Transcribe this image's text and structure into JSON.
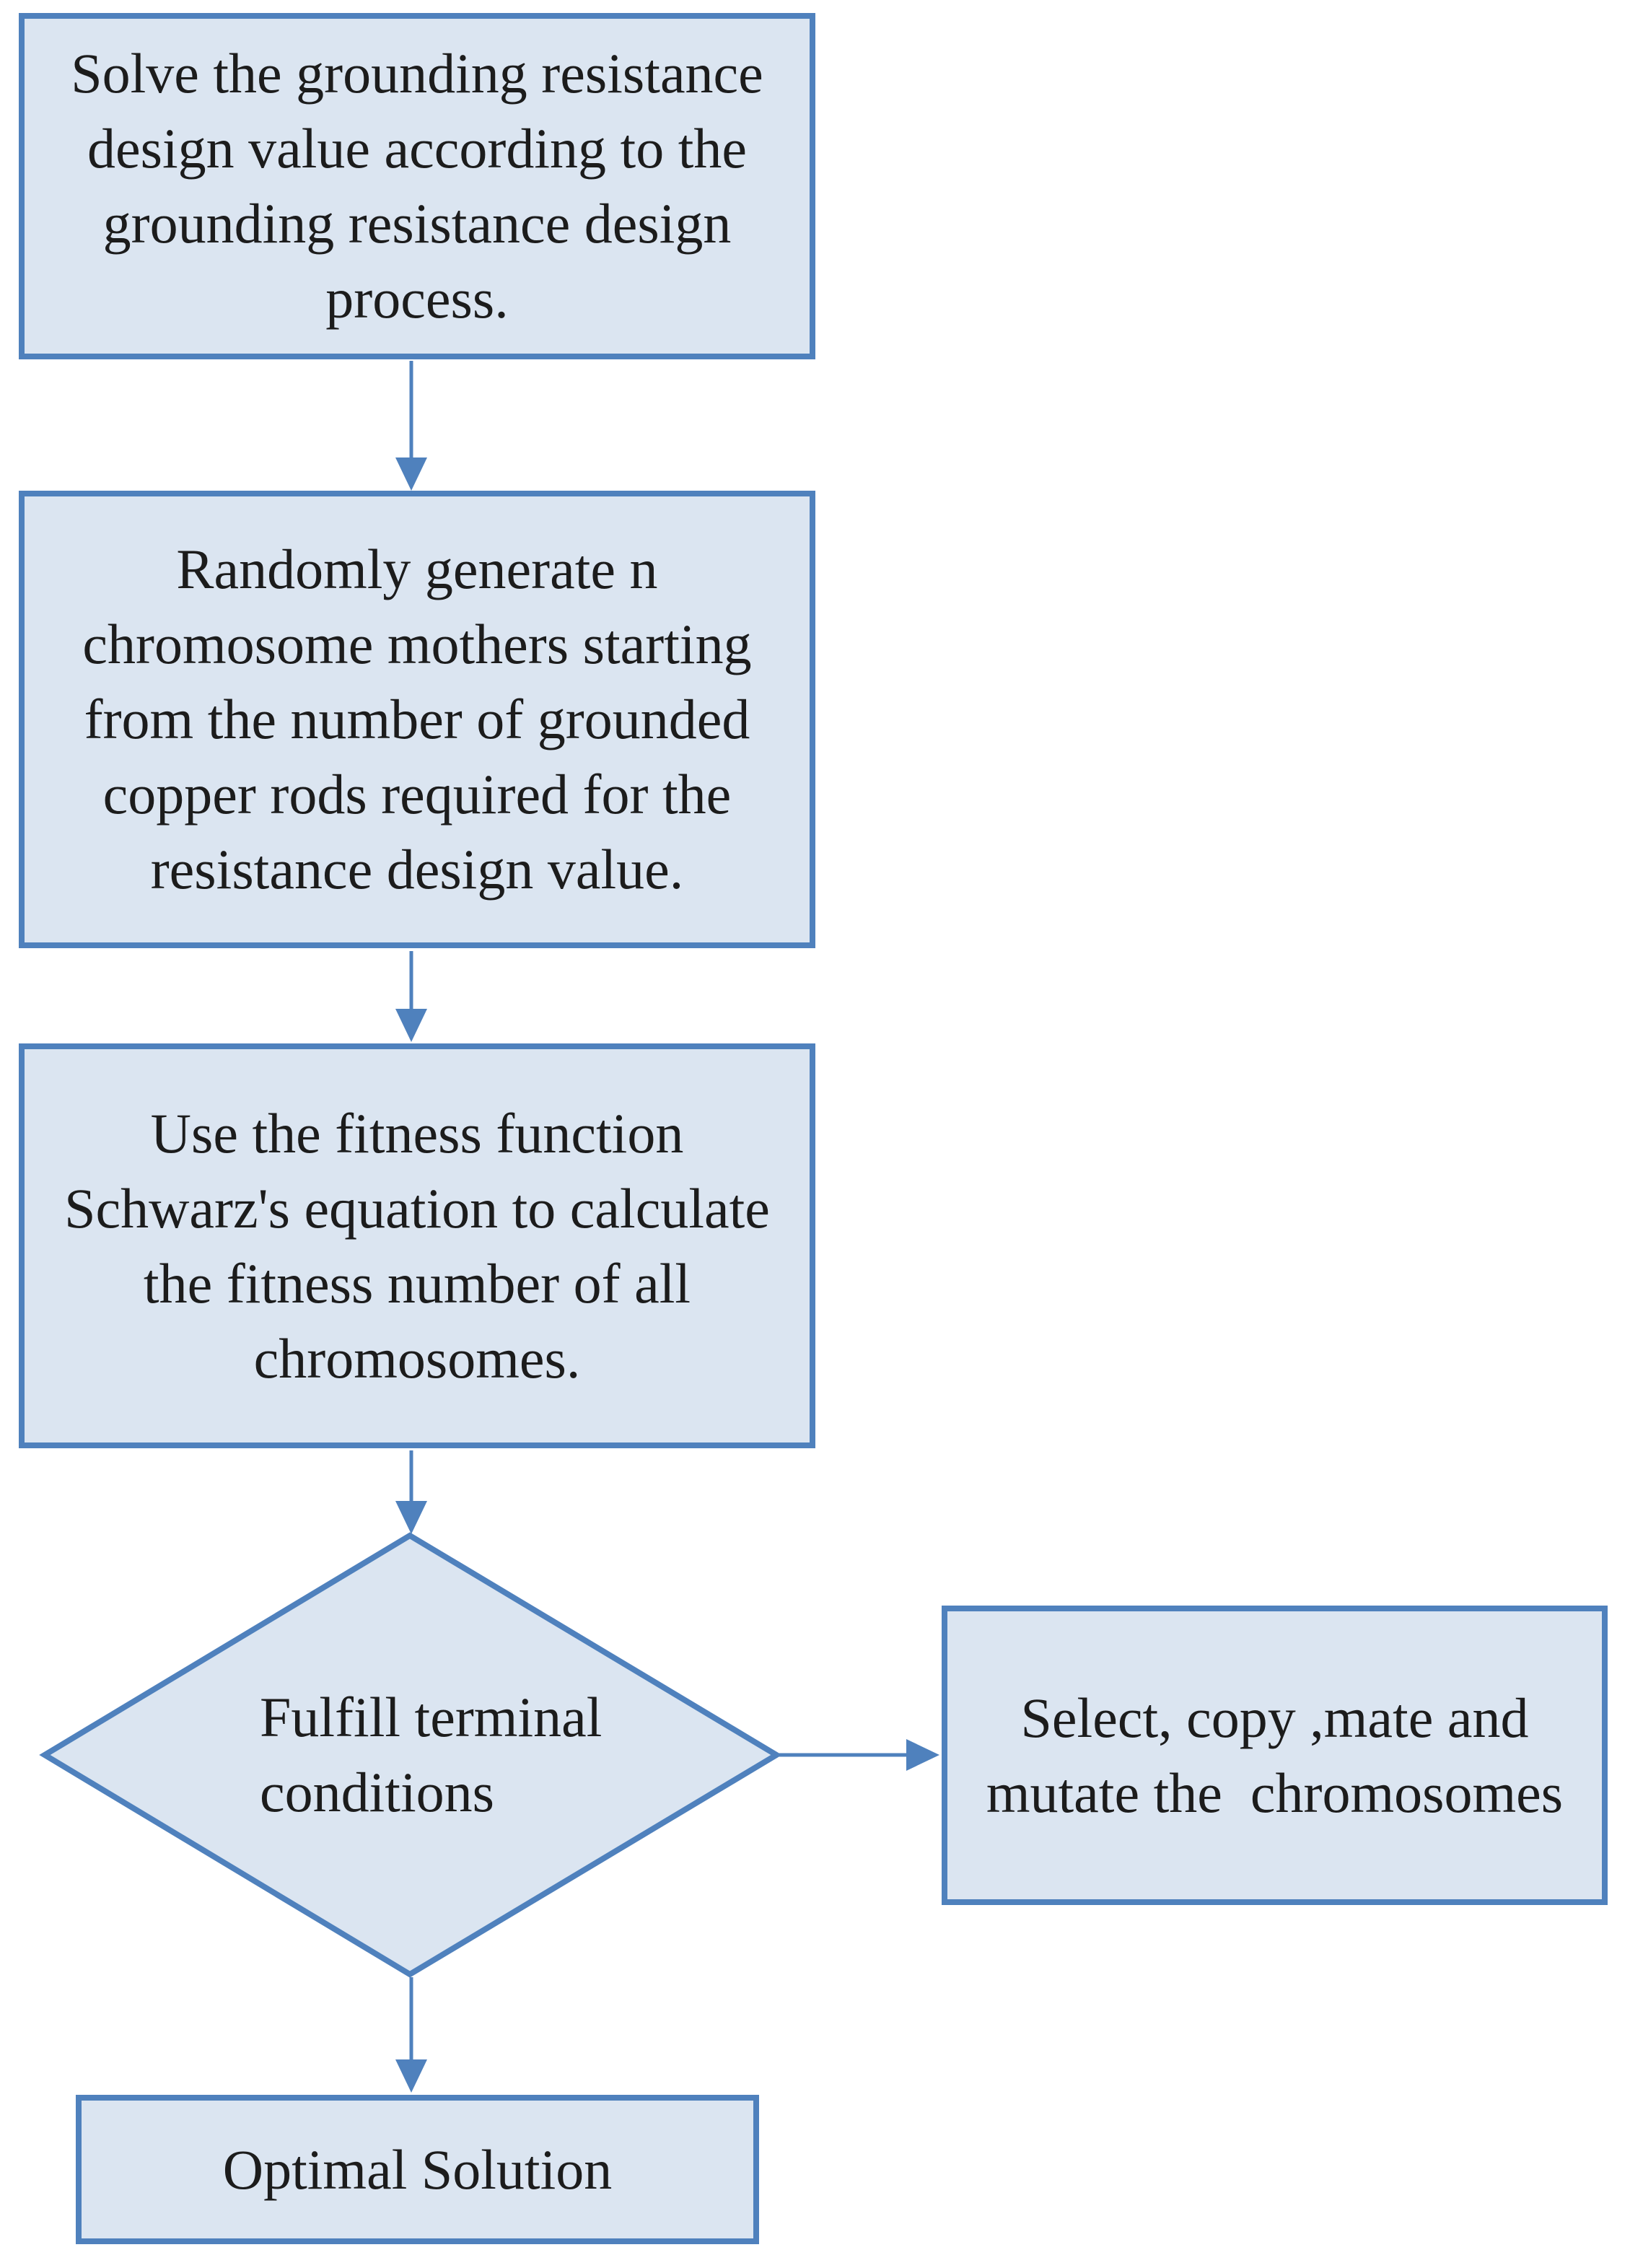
{
  "diagram": {
    "type": "flowchart",
    "colors": {
      "node_fill": "#dbe5f1",
      "node_border": "#4f81bd",
      "arrow": "#4f81bd",
      "text": "#1c1c1c",
      "background": "#ffffff"
    },
    "nodes": [
      {
        "id": "solve",
        "type": "process",
        "label": "Solve the grounding resistance\ndesign value according to the\ngrounding resistance design\nprocess."
      },
      {
        "id": "generate",
        "type": "process",
        "label": "Randomly generate n\nchromosome mothers starting\nfrom the number of grounded\ncopper rods required for the\nresistance design value."
      },
      {
        "id": "fitness",
        "type": "process",
        "label": "Use the fitness function\nSchwarz's equation to calculate\nthe fitness number of all\nchromosomes."
      },
      {
        "id": "decision",
        "type": "decision",
        "label": "Fulfill terminal\nconditions"
      },
      {
        "id": "select-mutate",
        "type": "process",
        "label": "Select, copy ,mate and\nmutate the  chromosomes"
      },
      {
        "id": "optimal",
        "type": "terminal",
        "label": "Optimal Solution"
      }
    ],
    "edges": [
      {
        "from": "solve",
        "to": "generate",
        "direction": "down",
        "label": ""
      },
      {
        "from": "generate",
        "to": "fitness",
        "direction": "down",
        "label": ""
      },
      {
        "from": "fitness",
        "to": "decision",
        "direction": "down",
        "label": ""
      },
      {
        "from": "decision",
        "to": "select-mutate",
        "direction": "right",
        "label": ""
      },
      {
        "from": "decision",
        "to": "optimal",
        "direction": "down",
        "label": ""
      }
    ]
  }
}
